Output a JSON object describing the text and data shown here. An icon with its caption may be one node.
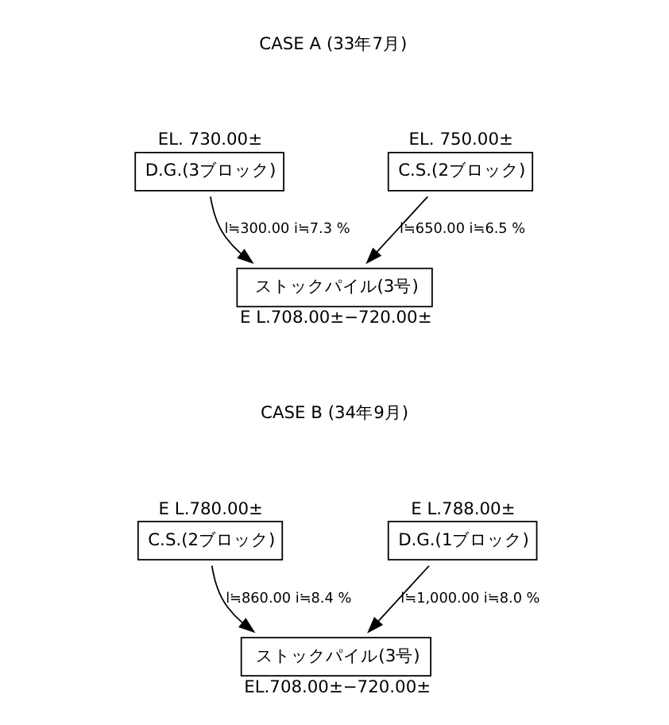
{
  "diagram": {
    "nodes": [
      {
        "text": [
          "D.G.(3ブロック)"
        ],
        "beside": [
          "EL. 730.00±"
        ]
      },
      {
        "text": [
          "C.S.(2ブロック)"
        ],
        "beside": [
          "EL. 750.00±"
        ]
      },
      {
        "text": [
          "ストックパイル(3号)"
        ],
        "beside": [
          "E L.708.00±−720.00±"
        ]
      },
      {
        "text": [
          "C.S.(2ブロック)"
        ],
        "beside": [
          "E L.780.00±"
        ]
      },
      {
        "text": [
          "D.G.(1ブロック)"
        ],
        "beside": [
          "E L.788.00±"
        ]
      },
      {
        "text": [
          "ストックパイル(3号)"
        ],
        "beside": [
          "EL.708.00±−720.00±"
        ]
      }
    ],
    "edges": [
      {
        "from": 0,
        "to": 2,
        "arrow": "to",
        "label": "l≒300.00 i≒7.3 %"
      },
      {
        "from": 1,
        "to": 2,
        "arrow": "to",
        "label": "l≒650.00 i≒6.5 %"
      },
      {
        "from": 3,
        "to": 5,
        "arrow": "to",
        "label": "l≒860.00 i≒8.4 %"
      },
      {
        "from": 4,
        "to": 5,
        "arrow": "to",
        "label": "l≒1,000.00 i≒8.0 %"
      }
    ],
    "labels": [
      "CASE A (33年7月)",
      "CASE B (34年9月)"
    ]
  }
}
